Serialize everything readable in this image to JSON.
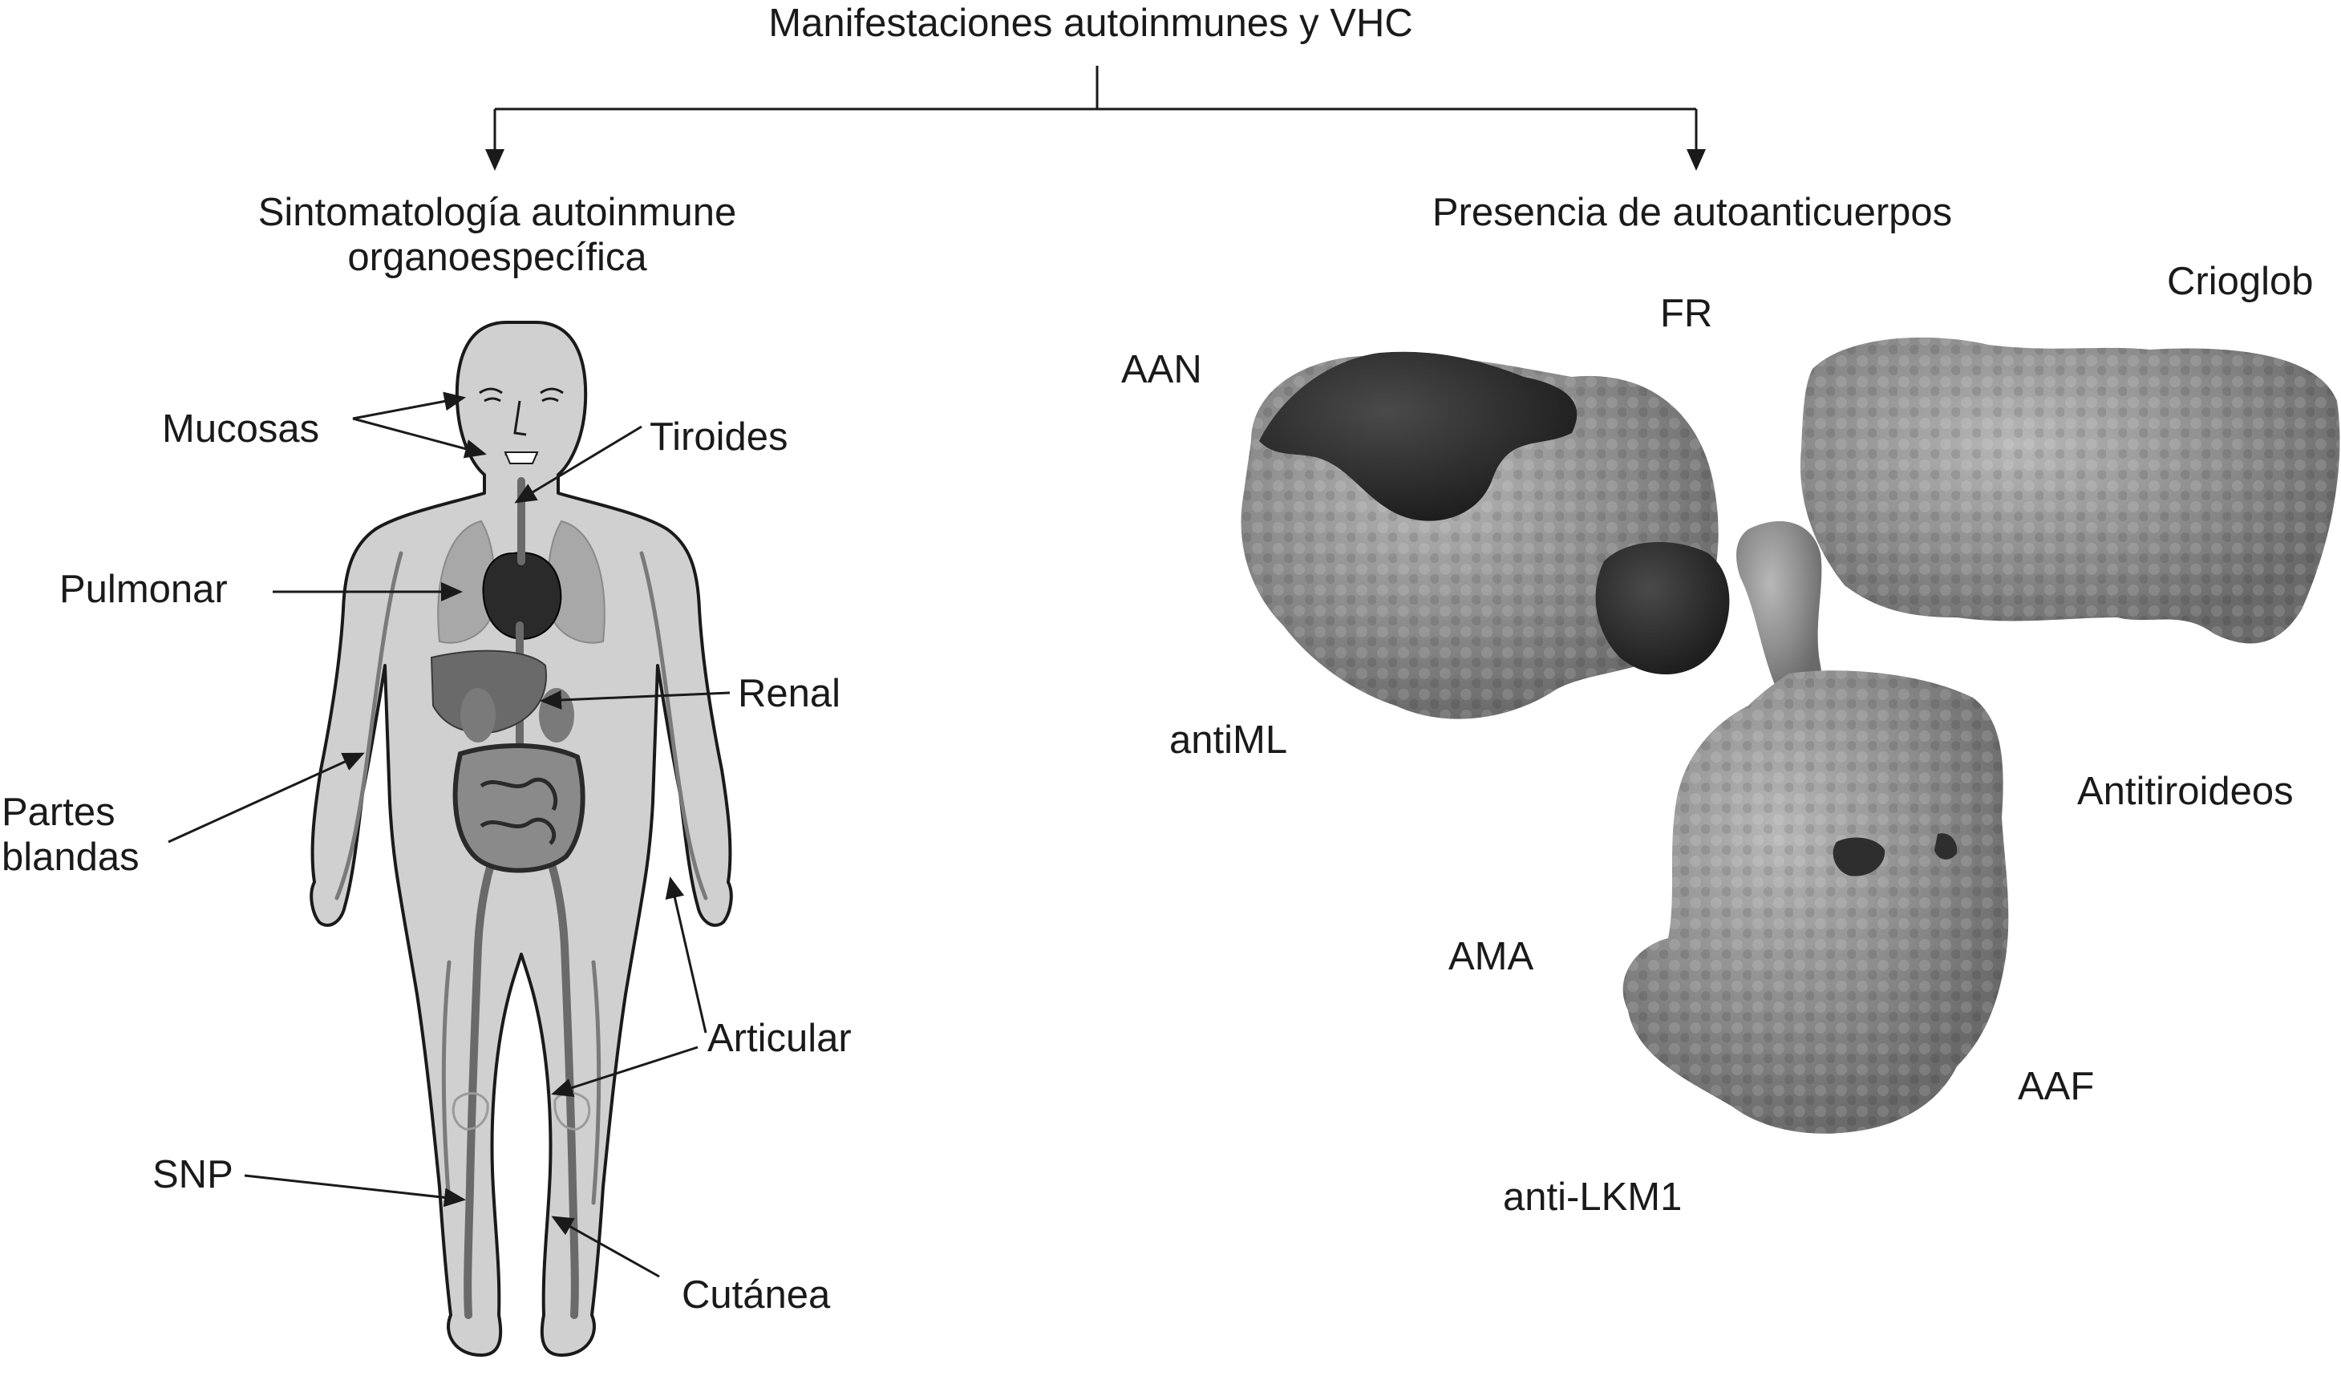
{
  "title": "Manifestaciones autoinmunes y VHC",
  "left_branch": {
    "heading_line1": "Sintomatología autoinmune",
    "heading_line2": "organoespecífica",
    "labels": {
      "mucosas": "Mucosas",
      "tiroides": "Tiroides",
      "pulmonar": "Pulmonar",
      "renal": "Renal",
      "partes_line1": "Partes",
      "partes_line2": "blandas",
      "articular": "Articular",
      "snp": "SNP",
      "cutanea": "Cutánea"
    }
  },
  "right_branch": {
    "heading": "Presencia de autoanticuerpos",
    "labels": {
      "aan": "AAN",
      "fr": "FR",
      "crioglob": "Crioglob",
      "antiml": "antiML",
      "antitiroideos": "Antitiroideos",
      "ama": "AMA",
      "aaf": "AAF",
      "antilkm1": "anti-LKM1"
    }
  },
  "colors": {
    "line": "#1a1a1a",
    "body_fill": "#cfcfcf",
    "organ_dark": "#6e6e6e",
    "protein_light": "#8a8a8a",
    "protein_dark": "#2e2e2e"
  }
}
